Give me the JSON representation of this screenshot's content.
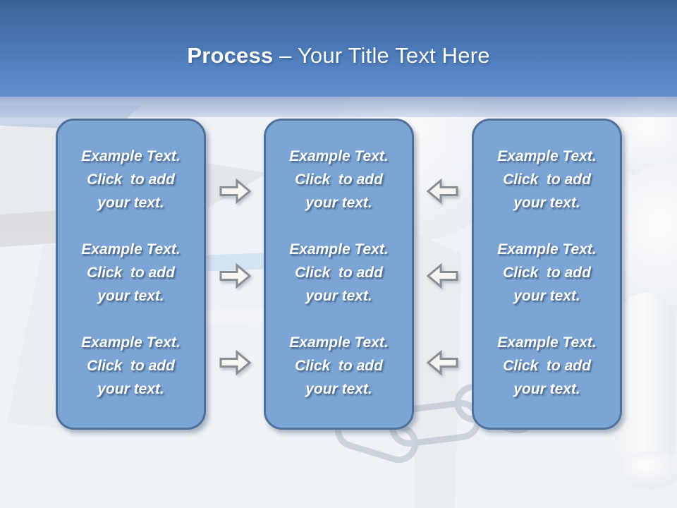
{
  "slide_title": {
    "emphasis": "Process",
    "rest": " – Your Title Text Here"
  },
  "panels": [
    {
      "label": "left-column",
      "blocks": [
        {
          "lines": [
            "Example Text.",
            "Click  to add",
            "your text."
          ]
        },
        {
          "lines": [
            "Example Text.",
            "Click  to add",
            "your text."
          ]
        },
        {
          "lines": [
            "Example Text.",
            "Click  to add",
            "your text."
          ]
        }
      ]
    },
    {
      "label": "middle-column",
      "blocks": [
        {
          "lines": [
            "Example Text.",
            "Click  to add",
            "your text."
          ]
        },
        {
          "lines": [
            "Example Text.",
            "Click  to add",
            "your text."
          ]
        },
        {
          "lines": [
            "Example Text.",
            "Click  to add",
            "your text."
          ]
        }
      ]
    },
    {
      "label": "right-column",
      "blocks": [
        {
          "lines": [
            "Example Text.",
            "Click  to add",
            "your text."
          ]
        },
        {
          "lines": [
            "Example Text.",
            "Click  to add",
            "your text."
          ]
        },
        {
          "lines": [
            "Example Text.",
            "Click  to add",
            "your text."
          ]
        }
      ]
    }
  ],
  "arrows": {
    "left_gap": {
      "direction": "right",
      "count": 3,
      "icon": "arrow-right-icon"
    },
    "right_gap": {
      "direction": "left",
      "count": 3,
      "icon": "arrow-left-icon"
    }
  },
  "colors": {
    "header_gradient_top": "#3C6095",
    "header_gradient_bottom": "#6190CE",
    "panel_fill": "#7CA4D5",
    "panel_border": "#50719B",
    "arrow_fill": "#F5F5F2",
    "arrow_stroke": "#898E95",
    "title_text": "#FFFFFF",
    "placeholder_text": "#FFFFFF"
  }
}
